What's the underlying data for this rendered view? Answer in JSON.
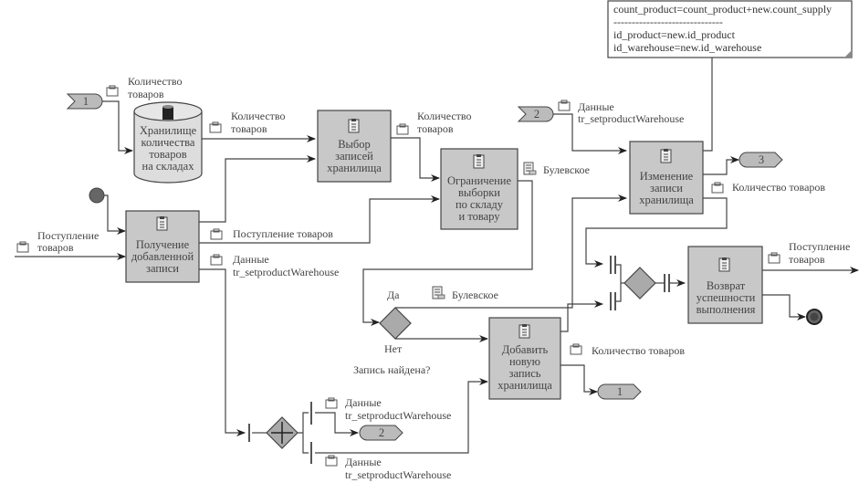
{
  "note": {
    "lines": [
      "count_product=count_product+new.count_supply",
      "------------------------------",
      "id_product=new.id_product",
      "id_warehouse=new.id_warehouse"
    ]
  },
  "datastore": {
    "lines": [
      "Хранилище",
      "количества",
      "товаров",
      "на складах"
    ]
  },
  "tasks": {
    "receive": {
      "lines": [
        "Получение",
        "добавленной",
        "записи"
      ]
    },
    "select": {
      "lines": [
        "Выбор",
        "записей",
        "хранилища"
      ]
    },
    "restrict": {
      "lines": [
        "Ограничение",
        "выборки",
        "по складу",
        "и товару"
      ]
    },
    "update": {
      "lines": [
        "Изменение",
        "записи",
        "хранилища"
      ]
    },
    "add": {
      "lines": [
        "Добавить",
        "новую",
        "запись",
        "хранилища"
      ]
    },
    "return": {
      "lines": [
        "Возврат",
        "успешности",
        "выполнения"
      ]
    }
  },
  "links": {
    "in1": "1",
    "in2": "2",
    "out3": "3",
    "out1": "1",
    "out2": "2"
  },
  "labels": {
    "qty_goods_2l": [
      "Количество",
      "товаров"
    ],
    "qty_goods": "Количество товаров",
    "arrival_2l": [
      "Поступление",
      "товаров"
    ],
    "arrival": "Поступление товаров",
    "data_tr": [
      "Данные",
      "tr_setproductWarehouse"
    ],
    "boolean": "Булевское",
    "yes": "Да",
    "no": "Нет",
    "found_q": "Запись найдена?"
  }
}
